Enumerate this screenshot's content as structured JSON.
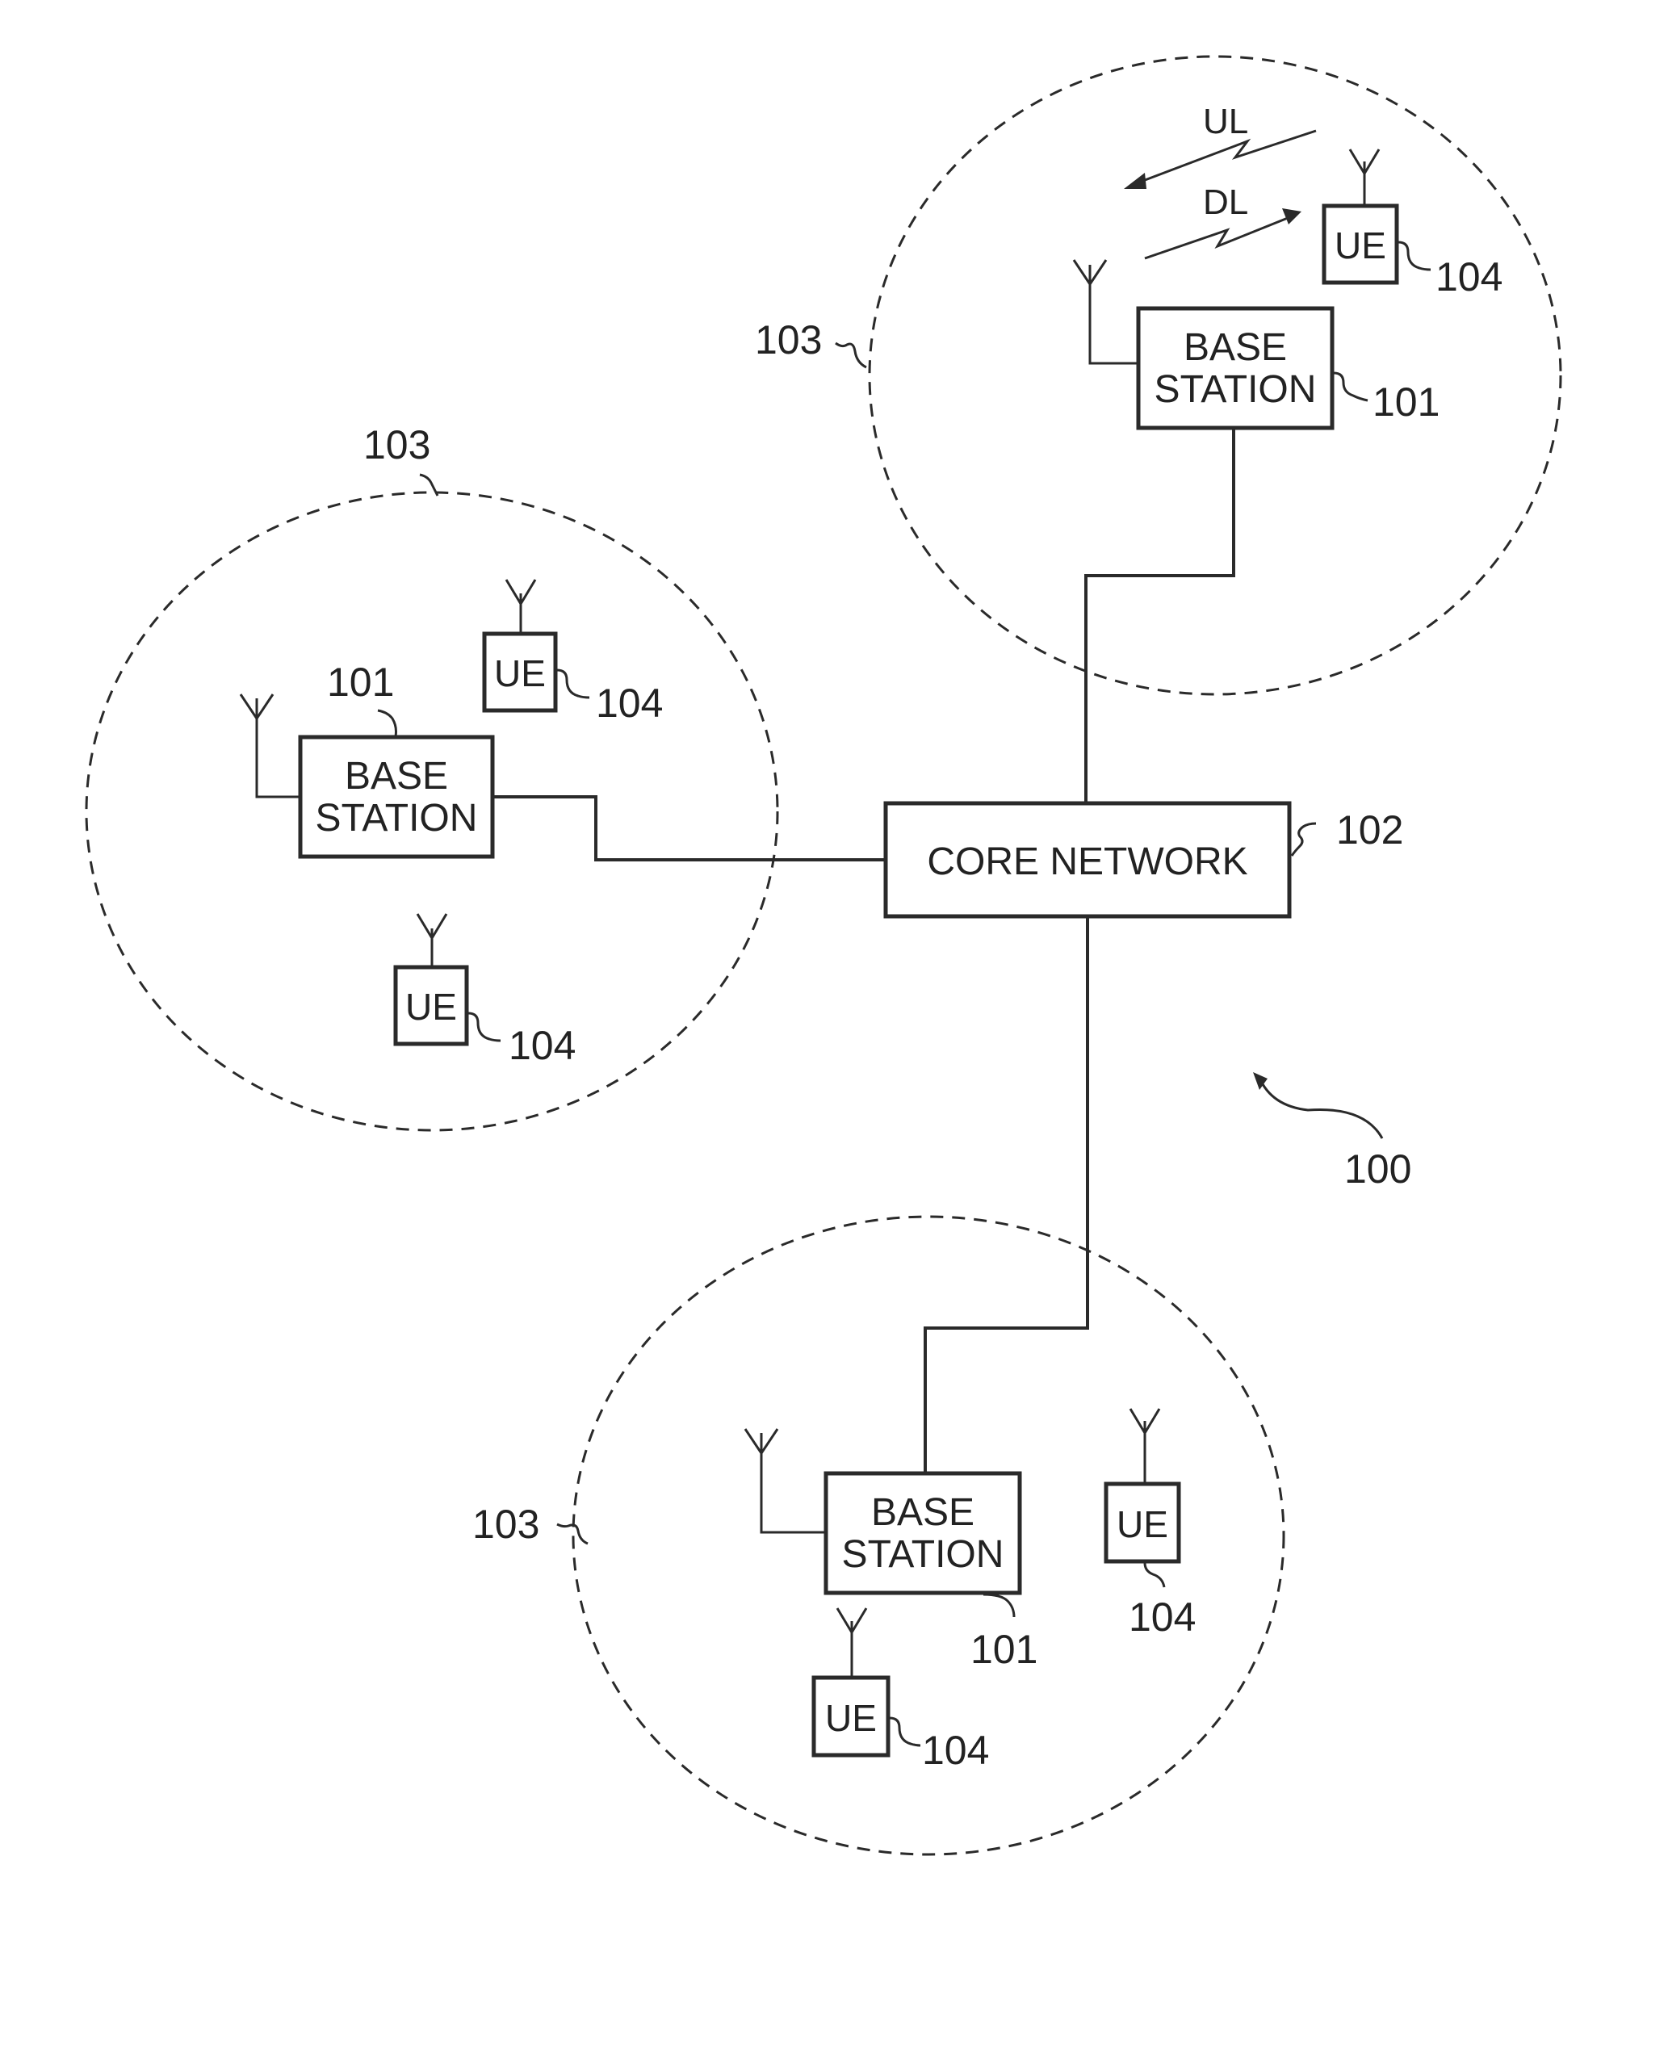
{
  "diagram": {
    "core_network": {
      "label": "CORE NETWORK",
      "ref": "102"
    },
    "system_ref": "100",
    "cells": [
      {
        "ref": "103",
        "base_station": {
          "line1": "BASE",
          "line2": "STATION",
          "ref": "101"
        },
        "ues": [
          {
            "label": "UE",
            "ref": "104"
          }
        ],
        "links": {
          "uplink": "UL",
          "downlink": "DL"
        }
      },
      {
        "ref": "103",
        "base_station": {
          "line1": "BASE",
          "line2": "STATION",
          "ref": "101"
        },
        "ues": [
          {
            "label": "UE",
            "ref": "104"
          },
          {
            "label": "UE",
            "ref": "104"
          }
        ]
      },
      {
        "ref": "103",
        "base_station": {
          "line1": "BASE",
          "line2": "STATION",
          "ref": "101"
        },
        "ues": [
          {
            "label": "UE",
            "ref": "104"
          },
          {
            "label": "UE",
            "ref": "104"
          }
        ]
      }
    ]
  }
}
